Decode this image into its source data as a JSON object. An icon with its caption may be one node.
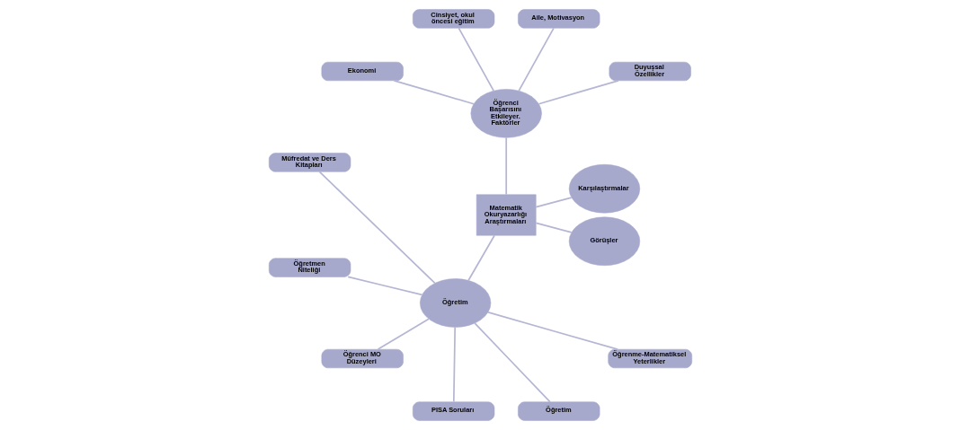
{
  "diagram": {
    "nodes": [
      {
        "text": [
          "Matematik Okuryazarlığı Araştırmaları"
        ]
      },
      {
        "text": [
          "Karşılaştırmalar"
        ]
      },
      {
        "text": [
          "Öğrenci Başarısını Etkileyer. Faktörler"
        ]
      },
      {
        "text": [
          "Duyuşsal Özellikler"
        ]
      },
      {
        "text": [
          "Aile, Motivasyon"
        ]
      },
      {
        "text": [
          "Cinsiyet, okul öncesi eğitim"
        ]
      },
      {
        "text": [
          "Ekonomi"
        ]
      },
      {
        "text": [
          "Öğretim"
        ]
      },
      {
        "text": [
          "Müfredat ve Ders Kitapları"
        ]
      },
      {
        "text": [
          "Öğretmen Niteliği"
        ]
      },
      {
        "text": [
          "Öğrenci MO Düzeyleri"
        ]
      },
      {
        "text": [
          "PISA Soruları"
        ]
      },
      {
        "text": [
          "Öğretim"
        ]
      },
      {
        "text": [
          "Öğrenme-Matematiksel Yeterlikler"
        ]
      },
      {
        "text": [
          "Görüşler"
        ]
      }
    ],
    "edges": [
      {
        "from": 0,
        "to": 1,
        "arrow": "none"
      },
      {
        "from": 0,
        "to": 2,
        "arrow": "none"
      },
      {
        "from": 0,
        "to": 7,
        "arrow": "none"
      },
      {
        "from": 0,
        "to": 14,
        "arrow": "none"
      },
      {
        "from": 2,
        "to": 3,
        "arrow": "none"
      },
      {
        "from": 2,
        "to": 4,
        "arrow": "none"
      },
      {
        "from": 2,
        "to": 5,
        "arrow": "none"
      },
      {
        "from": 2,
        "to": 6,
        "arrow": "none"
      },
      {
        "from": 7,
        "to": 8,
        "arrow": "none"
      },
      {
        "from": 7,
        "to": 9,
        "arrow": "none"
      },
      {
        "from": 7,
        "to": 10,
        "arrow": "none"
      },
      {
        "from": 7,
        "to": 11,
        "arrow": "none"
      },
      {
        "from": 7,
        "to": 12,
        "arrow": "none"
      },
      {
        "from": 7,
        "to": 13,
        "arrow": "none"
      }
    ]
  }
}
